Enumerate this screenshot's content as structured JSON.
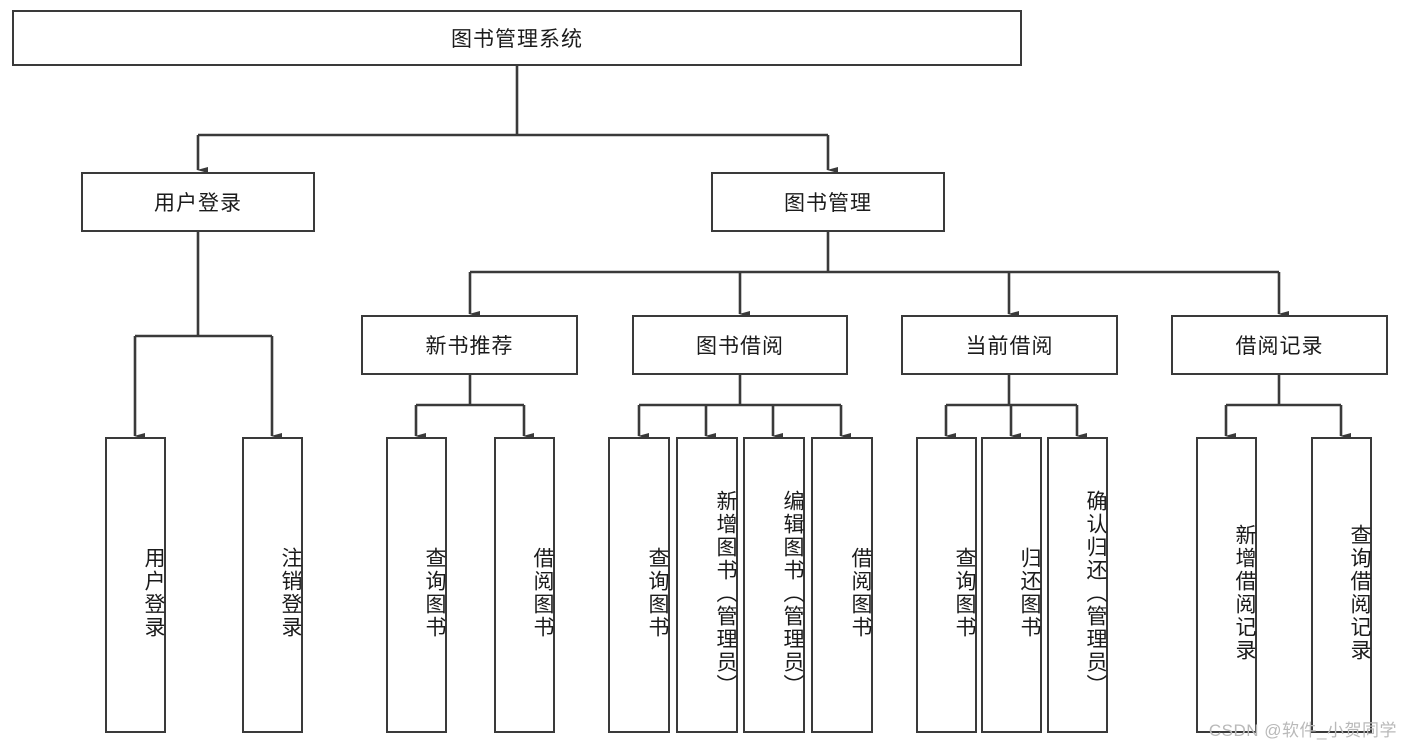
{
  "diagram": {
    "title": "图书管理系统",
    "type": "hierarchy-tree",
    "colors": {
      "box_border": "#3a3a3a",
      "box_fill": "#ffffff",
      "edge": "#3a3a3a",
      "text": "#1b1b1b",
      "watermark": "#b9b9b9",
      "background": "#ffffff"
    },
    "root": {
      "label": "图书管理系统"
    },
    "level2": [
      {
        "label": "用户登录"
      },
      {
        "label": "图书管理"
      }
    ],
    "level3": [
      {
        "label": "新书推荐"
      },
      {
        "label": "图书借阅"
      },
      {
        "label": "当前借阅"
      },
      {
        "label": "借阅记录"
      }
    ],
    "leaves": {
      "user_login": [
        {
          "label": "用户登录"
        },
        {
          "label": "注销登录"
        }
      ],
      "new_book_recommend": [
        {
          "label": "查询图书"
        },
        {
          "label": "借阅图书"
        }
      ],
      "book_borrow": [
        {
          "label": "查询图书"
        },
        {
          "label": "新增图书（管理员）"
        },
        {
          "label": "编辑图书（管理员）"
        },
        {
          "label": "借阅图书"
        }
      ],
      "current_borrow": [
        {
          "label": "查询图书"
        },
        {
          "label": "归还图书"
        },
        {
          "label": "确认归还（管理员）"
        }
      ],
      "borrow_record": [
        {
          "label": "新增借阅记录"
        },
        {
          "label": "查询借阅记录"
        }
      ]
    }
  },
  "watermark": {
    "text": "CSDN @软件_小贺同学"
  }
}
